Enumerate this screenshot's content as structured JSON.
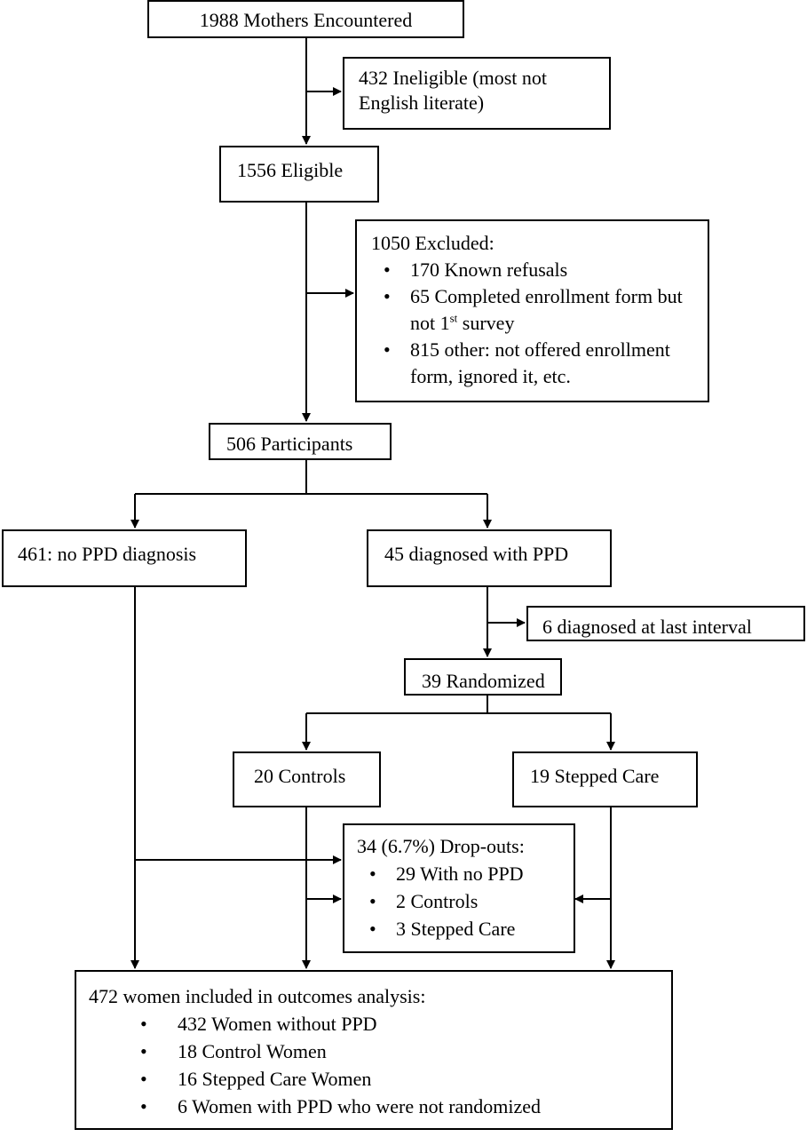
{
  "nodes": {
    "encountered": {
      "text": "1988 Mothers Encountered"
    },
    "ineligible": {
      "text": "432 Ineligible (most not English literate)"
    },
    "eligible": {
      "text": "1556 Eligible"
    },
    "excluded": {
      "title": "1050 Excluded:",
      "items": [
        "170 Known refusals",
        "65 Completed enrollment form but not 1",
        "815 other: not offered enrollment form, ignored it, etc."
      ],
      "item1_superscript": "st",
      "item1_suffix": " survey"
    },
    "participants": {
      "text": "506 Participants"
    },
    "no_ppd": {
      "text": "461: no PPD diagnosis"
    },
    "diagnosed": {
      "text": "45 diagnosed with PPD"
    },
    "last_interval": {
      "text": "6 diagnosed at last interval"
    },
    "randomized": {
      "text": "39 Randomized"
    },
    "controls": {
      "text": "20 Controls"
    },
    "stepped_care": {
      "text": "19 Stepped Care"
    },
    "dropouts": {
      "title": "34 (6.7%) Drop-outs:",
      "items": [
        "29 With no PPD",
        "2 Controls",
        "3 Stepped Care"
      ]
    },
    "outcomes": {
      "title": "472 women included in outcomes analysis:",
      "items": [
        "432 Women without PPD",
        "18 Control Women",
        "16 Stepped Care Women",
        "6 Women with PPD who were not randomized"
      ]
    }
  }
}
